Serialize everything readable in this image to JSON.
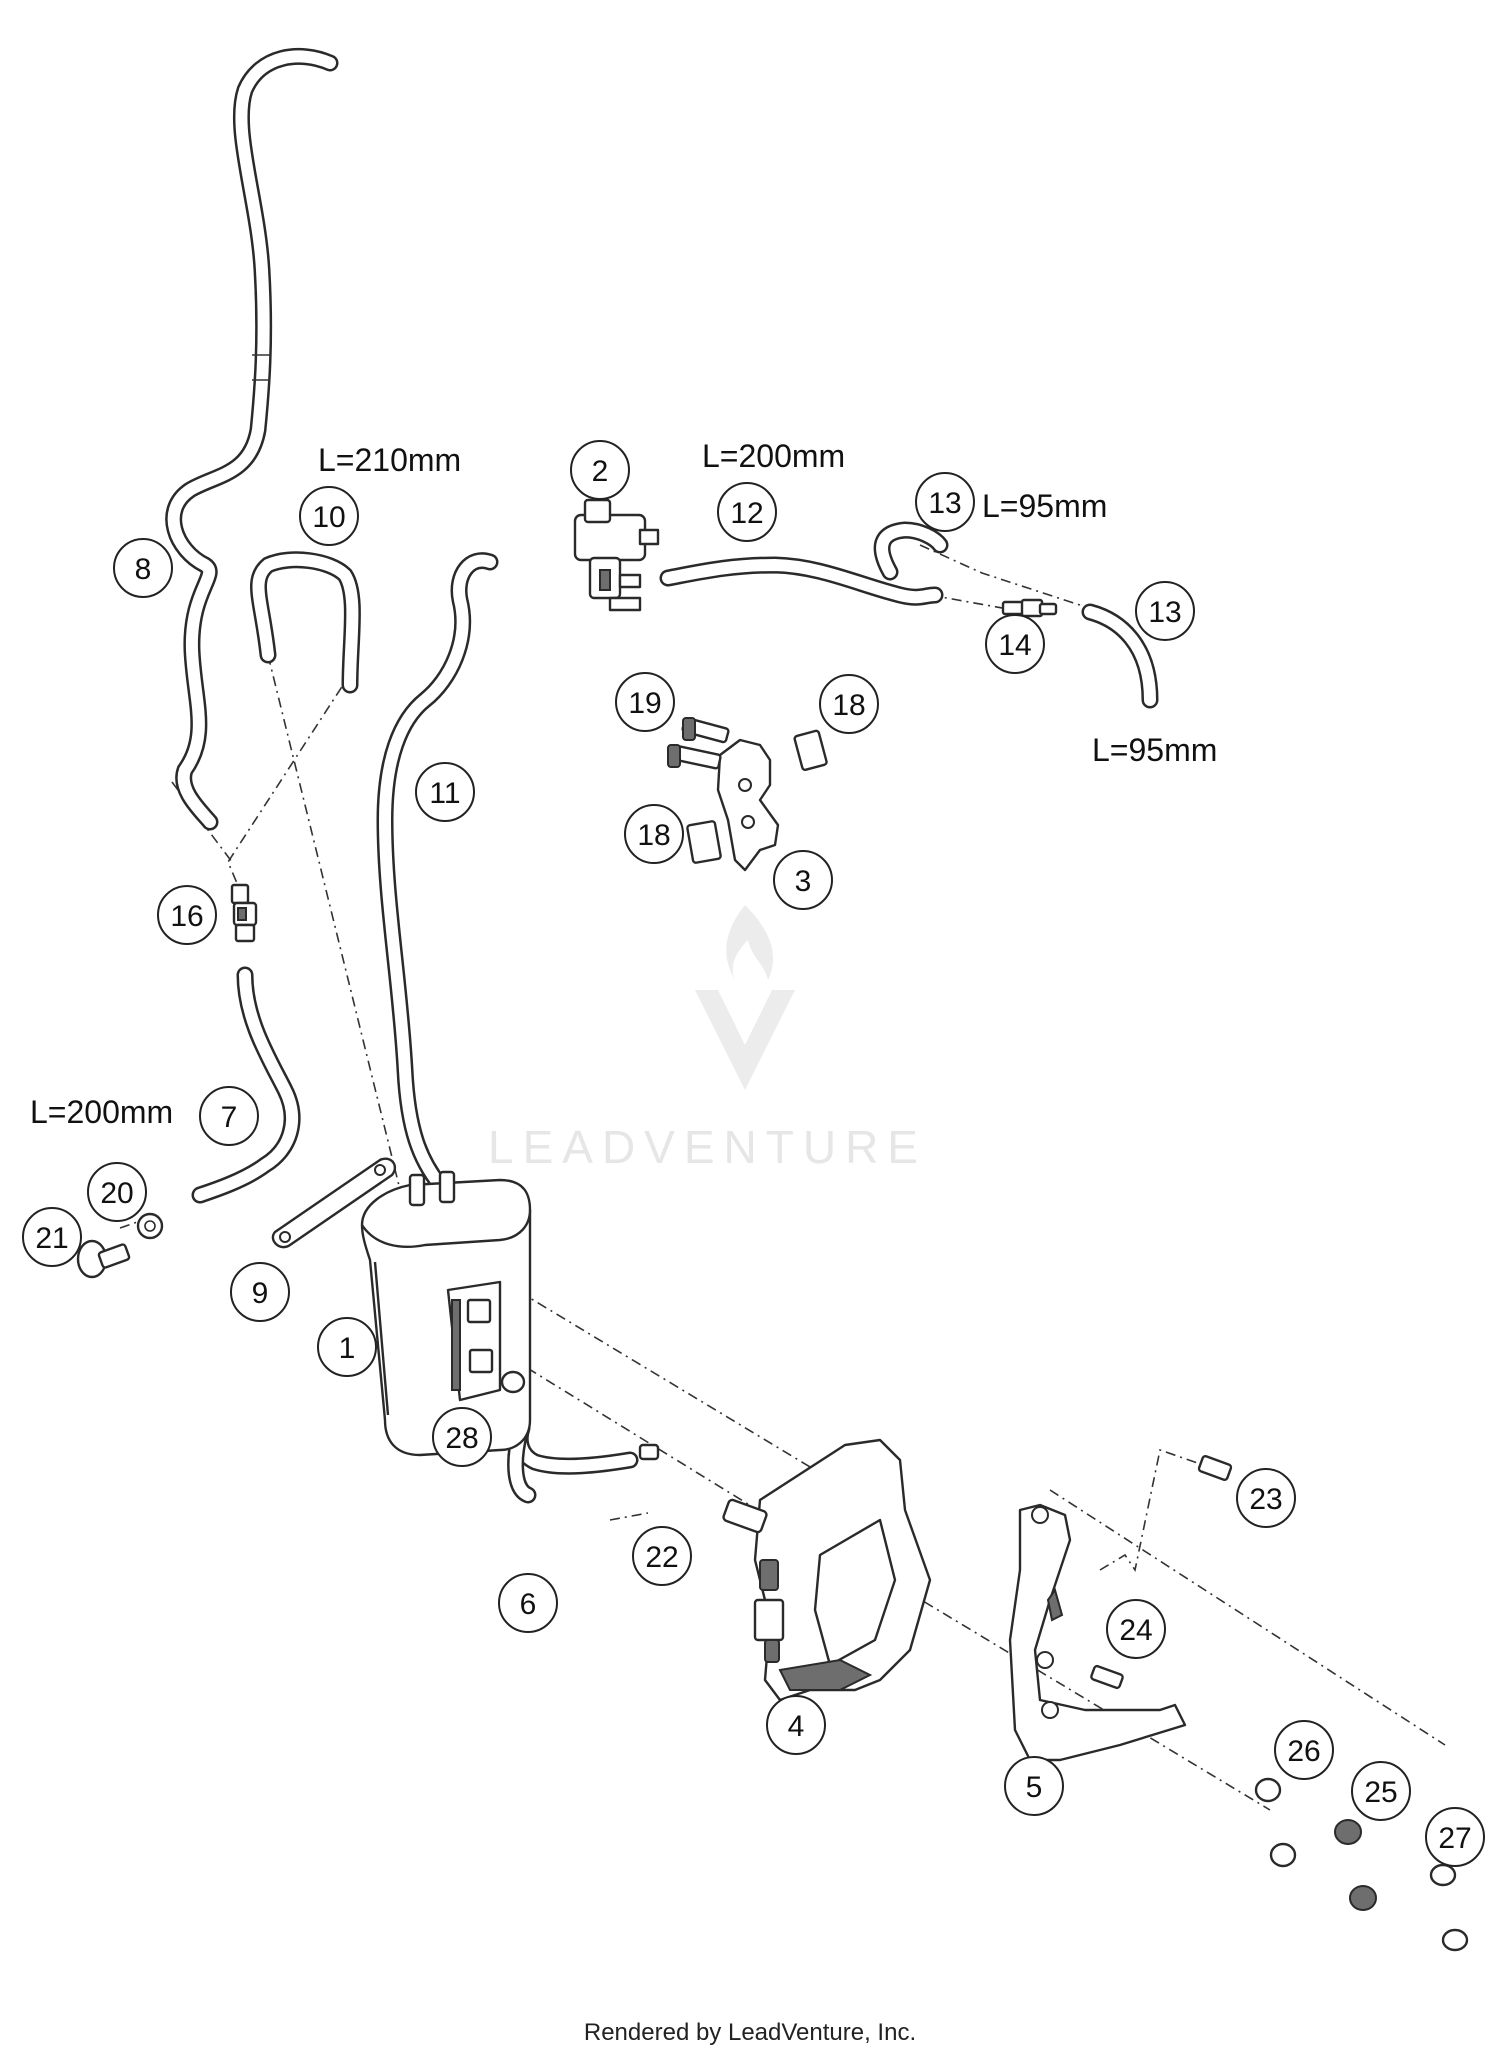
{
  "callouts": [
    "1",
    "2",
    "3",
    "4",
    "5",
    "6",
    "7",
    "8",
    "9",
    "10",
    "11",
    "12",
    "13",
    "13",
    "14",
    "16",
    "18",
    "18",
    "19",
    "20",
    "21",
    "22",
    "23",
    "24",
    "25",
    "26",
    "27",
    "28"
  ],
  "length_labels": {
    "hose_10": "L=210mm",
    "hose_12": "L=200mm",
    "hose_13_top": "L=95mm",
    "hose_13_bottom": "L=95mm",
    "hose_7": "L=200mm"
  },
  "watermark": {
    "brand": "LEADVENTURE"
  },
  "footer": {
    "text": "Rendered by LeadVenture, Inc."
  }
}
